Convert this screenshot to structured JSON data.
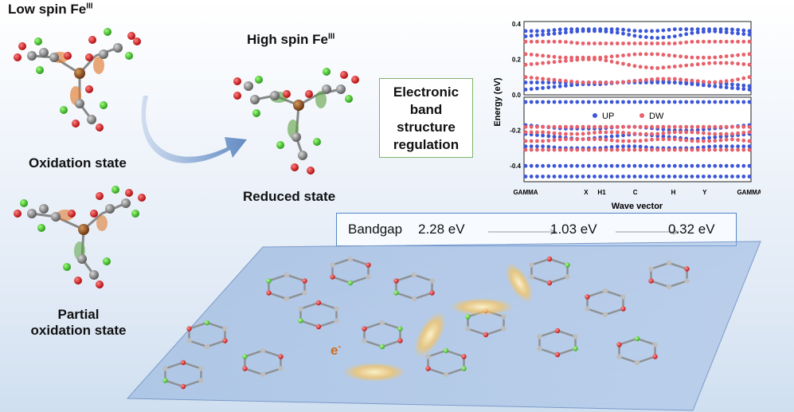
{
  "labels": {
    "low_spin": "Low spin Fe",
    "low_spin_sup": "III",
    "high_spin": "High spin Fe",
    "high_spin_sup": "III",
    "oxidation": "Oxidation state",
    "reduced": "Reduced state",
    "partial_line1": "Partial",
    "partial_line2": "oxidation state",
    "regulation_line1": "Electronic",
    "regulation_line2": "band",
    "regulation_line3": "structure",
    "regulation_line4": "regulation",
    "electron": "e",
    "electron_sup": "-"
  },
  "bandgap": {
    "label": "Bandgap",
    "value1": "2.28 eV",
    "value2": "1.03  eV",
    "value3": "0.32  eV"
  },
  "colors": {
    "up": "#3c56d8",
    "dw": "#e8606a",
    "arrow": "#5b86c0",
    "box_green": "#7fb36b",
    "box_blue": "#4f86c6"
  },
  "chart_data": {
    "type": "scatter",
    "ylabel": "Energy (eV)",
    "xlabel": "Wave vector",
    "x_ticks": [
      "GAMMA",
      "X",
      "H1",
      "C",
      "H",
      "Y",
      "GAMMA"
    ],
    "x_tick_pos": [
      0,
      0.27,
      0.34,
      0.49,
      0.66,
      0.8,
      1.0
    ],
    "ylim": [
      -0.48,
      0.4
    ],
    "y_ticks": [
      "0.4",
      "0.2",
      "0.0",
      "-0.2",
      "-0.4"
    ],
    "y_tick_values": [
      0.4,
      0.2,
      0.0,
      -0.2,
      -0.4
    ],
    "legend": {
      "placement": "center-left",
      "entries": [
        "UP",
        "DW"
      ]
    },
    "series": [
      {
        "name": "UP",
        "bands": [
          [
            0.36,
            0.36,
            0.37,
            0.37,
            0.37,
            0.37,
            0.36,
            0.36,
            0.37,
            0.37,
            0.37,
            0.37,
            0.36
          ],
          [
            0.33,
            0.34,
            0.35,
            0.36,
            0.36,
            0.35,
            0.33,
            0.32,
            0.33,
            0.35,
            0.36,
            0.35,
            0.34
          ],
          [
            0.07,
            0.07,
            0.07,
            0.07,
            0.07,
            0.07,
            0.07,
            0.07,
            0.07,
            0.07,
            0.07,
            0.06,
            0.05
          ],
          [
            0.03,
            0.04,
            0.05,
            0.06,
            0.06,
            0.07,
            0.08,
            0.08,
            0.07,
            0.06,
            0.05,
            0.04,
            0.03
          ],
          [
            -0.04,
            -0.04,
            -0.04,
            -0.04,
            -0.04,
            -0.04,
            -0.04,
            -0.04,
            -0.04,
            -0.04,
            -0.04,
            -0.04,
            -0.04
          ],
          [
            -0.17,
            -0.18,
            -0.19,
            -0.19,
            -0.19,
            -0.18,
            -0.18,
            -0.19,
            -0.2,
            -0.2,
            -0.19,
            -0.18,
            -0.17
          ],
          [
            -0.22,
            -0.23,
            -0.24,
            -0.25,
            -0.24,
            -0.23,
            -0.22,
            -0.23,
            -0.24,
            -0.25,
            -0.24,
            -0.23,
            -0.22
          ],
          [
            -0.29,
            -0.29,
            -0.3,
            -0.3,
            -0.3,
            -0.29,
            -0.29,
            -0.3,
            -0.3,
            -0.3,
            -0.29,
            -0.29,
            -0.29
          ],
          [
            -0.4,
            -0.4,
            -0.4,
            -0.4,
            -0.4,
            -0.4,
            -0.4,
            -0.4,
            -0.4,
            -0.4,
            -0.4,
            -0.4,
            -0.4
          ],
          [
            -0.46,
            -0.46,
            -0.46,
            -0.46,
            -0.46,
            -0.46,
            -0.46,
            -0.46,
            -0.46,
            -0.46,
            -0.46,
            -0.46,
            -0.46
          ]
        ]
      },
      {
        "name": "DW",
        "bands": [
          [
            0.3,
            0.3,
            0.3,
            0.29,
            0.29,
            0.29,
            0.29,
            0.29,
            0.29,
            0.3,
            0.3,
            0.3,
            0.3
          ],
          [
            0.23,
            0.22,
            0.21,
            0.21,
            0.21,
            0.22,
            0.23,
            0.23,
            0.22,
            0.21,
            0.21,
            0.22,
            0.23
          ],
          [
            0.17,
            0.18,
            0.19,
            0.2,
            0.2,
            0.18,
            0.16,
            0.15,
            0.16,
            0.17,
            0.18,
            0.18,
            0.17
          ],
          [
            0.1,
            0.09,
            0.08,
            0.07,
            0.07,
            0.07,
            0.08,
            0.09,
            0.09,
            0.08,
            0.07,
            0.08,
            0.1
          ],
          [
            -0.18,
            -0.18,
            -0.18,
            -0.18,
            -0.18,
            -0.18,
            -0.18,
            -0.18,
            -0.18,
            -0.18,
            -0.18,
            -0.18,
            -0.18
          ],
          [
            -0.21,
            -0.21,
            -0.22,
            -0.22,
            -0.21,
            -0.21,
            -0.22,
            -0.22,
            -0.21,
            -0.21,
            -0.22,
            -0.22,
            -0.21
          ],
          [
            -0.26,
            -0.26,
            -0.25,
            -0.25,
            -0.25,
            -0.26,
            -0.26,
            -0.25,
            -0.25,
            -0.26,
            -0.26,
            -0.25,
            -0.26
          ],
          [
            -0.31,
            -0.31,
            -0.31,
            -0.31,
            -0.31,
            -0.31,
            -0.31,
            -0.31,
            -0.31,
            -0.31,
            -0.31,
            -0.31,
            -0.31
          ]
        ]
      }
    ]
  }
}
